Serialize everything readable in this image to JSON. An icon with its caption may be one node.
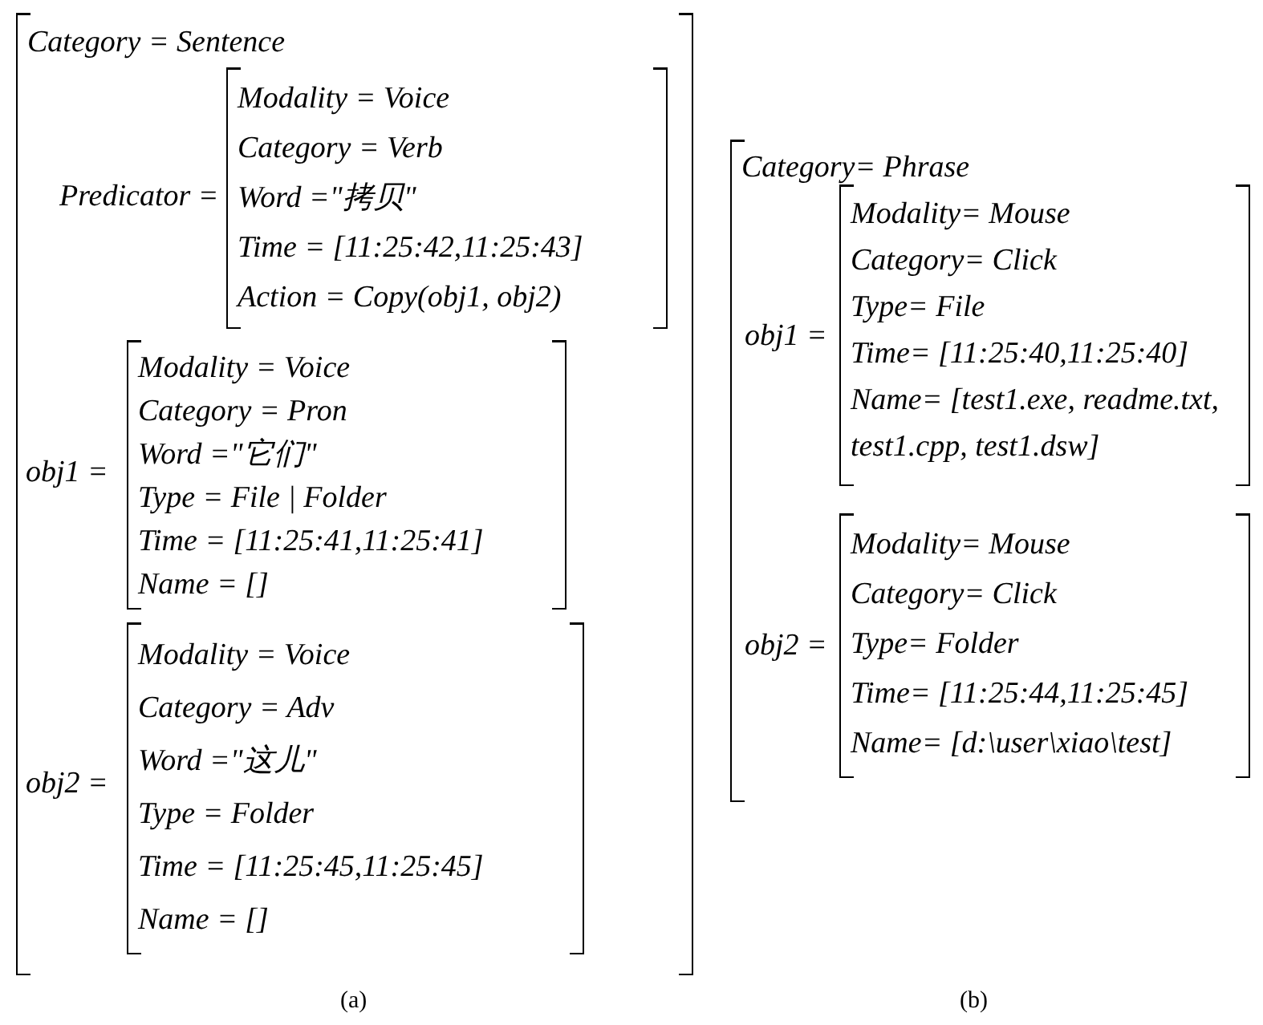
{
  "diagram": {
    "nodes": [
      {
        "text": [
          "Category = Sentence"
        ]
      },
      {
        "text": [
          "Modality = Voice",
          "Category = Verb",
          "Word =\"拷贝\"",
          "Time = [11:25:42,11:25:43]",
          "Action = Copy(obj1, obj2)"
        ],
        "in": 0,
        "beside": [
          "Predicator ="
        ]
      },
      {
        "text": [
          "Modality = Voice",
          "Category = Pron",
          "Word =\"它们\"",
          "Type = File | Folder",
          "Time = [11:25:41,11:25:41]",
          "Name = []"
        ],
        "in": 0,
        "beside": [
          "obj1 ="
        ]
      },
      {
        "text": [
          "Modality = Voice",
          "Category = Adv",
          "Word =\"这儿\"",
          "Type = Folder",
          "Time = [11:25:45,11:25:45]",
          "Name = []"
        ],
        "in": 0,
        "beside": [
          "obj2 ="
        ]
      },
      {
        "text": [
          "Category= Phrase"
        ]
      },
      {
        "text": [
          "Modality= Mouse",
          "Category= Click",
          "Type= File",
          "Time= [11:25:40,11:25:40]",
          "Name= [test1.exe, readme.txt, test1.cpp, test1.dsw]"
        ],
        "in": 4,
        "beside": [
          "obj1 ="
        ]
      },
      {
        "text": [
          "Modality= Mouse",
          "Category= Click",
          "Type= Folder",
          "Time= [11:25:44,11:25:45]",
          "Name= [d:\\user\\xiao\\test]"
        ],
        "in": 4,
        "beside": [
          "obj2 ="
        ]
      }
    ],
    "labels": [
      "(a)",
      "(b)"
    ]
  }
}
